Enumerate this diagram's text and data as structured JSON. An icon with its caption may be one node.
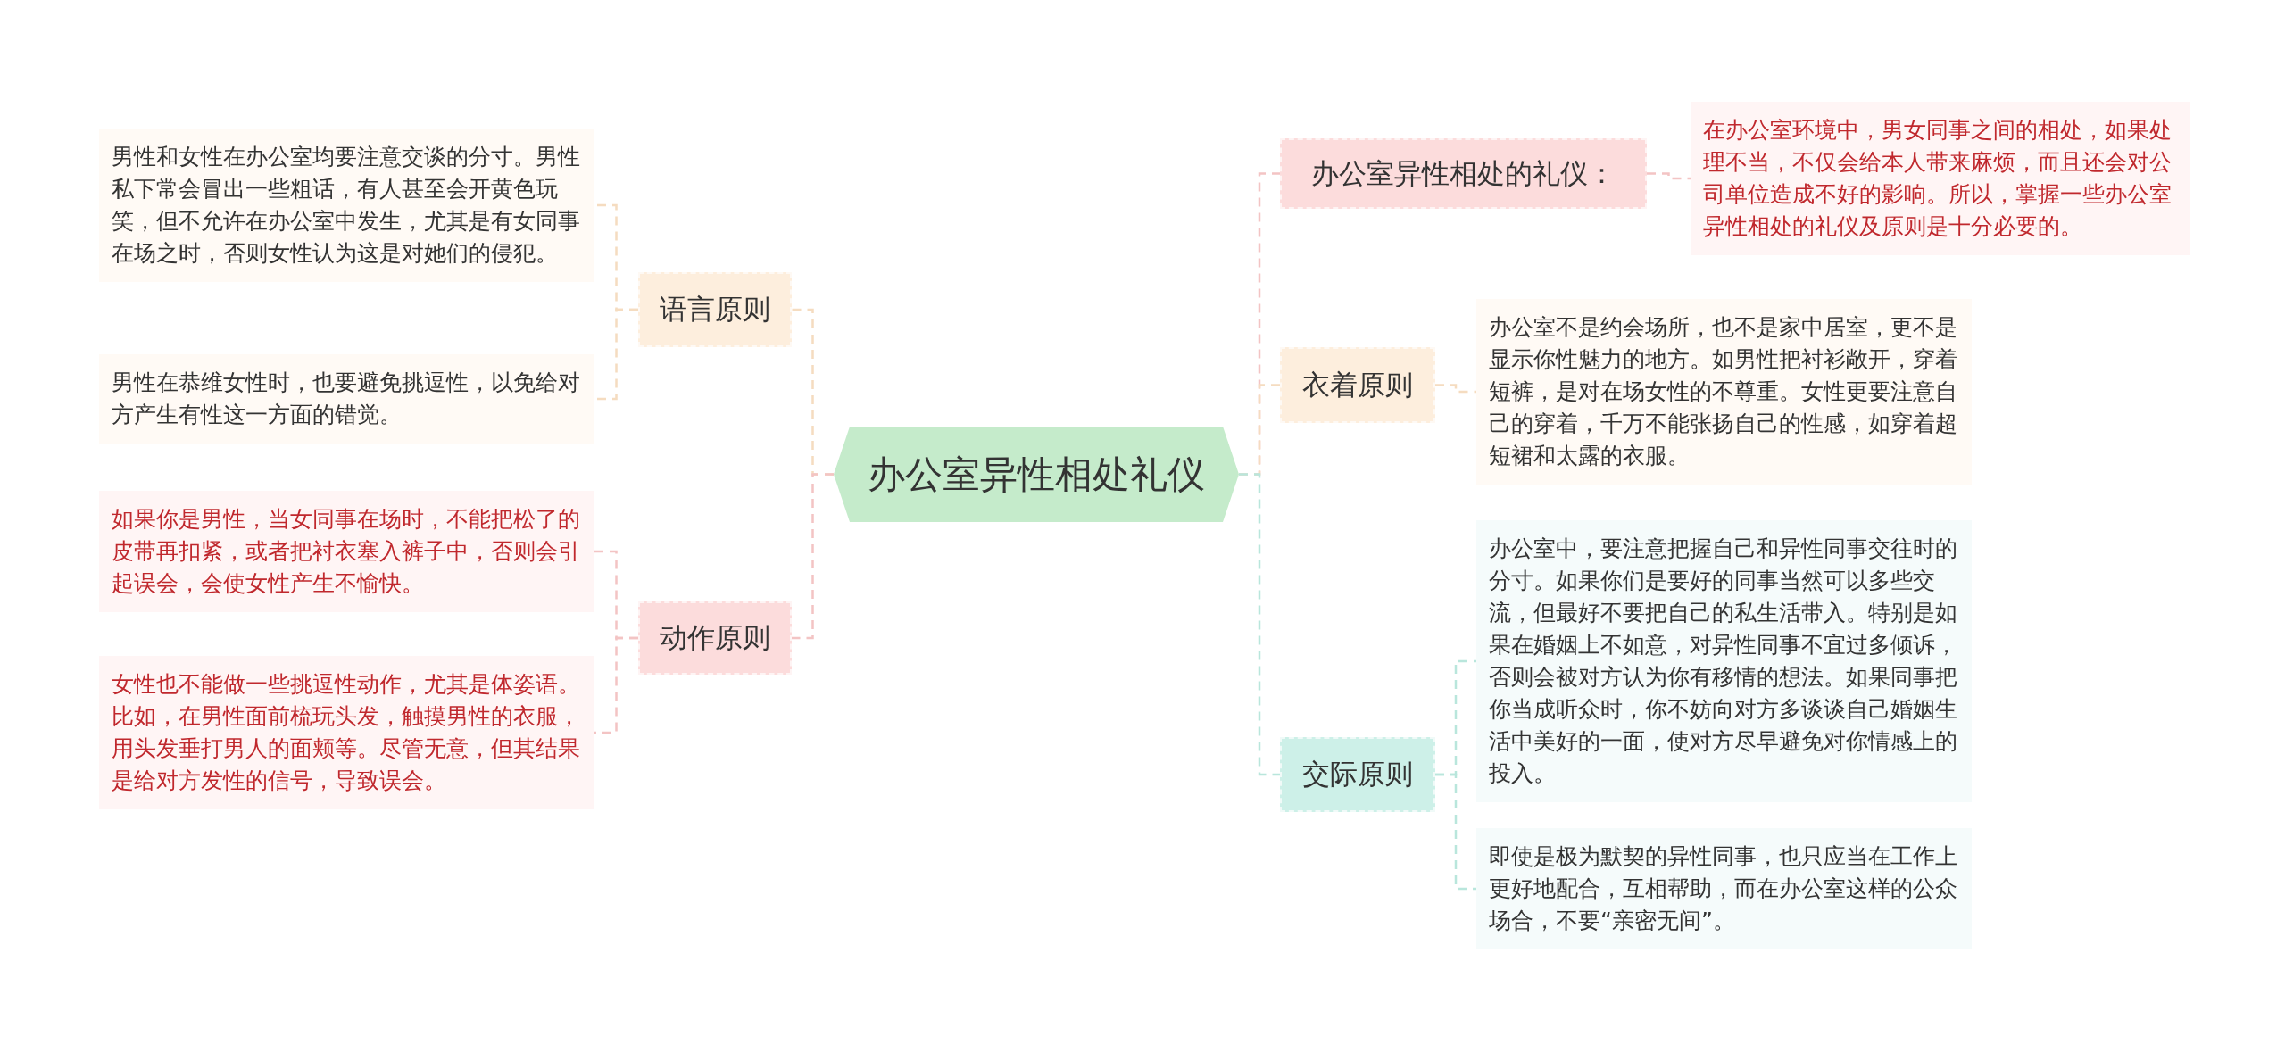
{
  "diagram": {
    "nodes": [
      {
        "text": [
          "办公室异性相处礼仪"
        ]
      },
      {
        "text": [
          "语言原则"
        ]
      },
      {
        "text": [
          "男性和女性在办公室均要注意交谈的分寸。男性私下常会冒出一些粗话，有人甚至会开黄色玩笑，但不允许在办公室中发生，尤其是有女同事在场之时，否则女性认为这是对她们的侵犯。"
        ]
      },
      {
        "text": [
          "男性在恭维女性时，也要避免挑逗性，以免给对方产生有性这一方面的错觉。"
        ]
      },
      {
        "text": [
          "动作原则"
        ]
      },
      {
        "text": [
          "如果你是男性，当女同事在场时，不能把松了的皮带再扣紧，或者把衬衣塞入裤子中，否则会引起误会，会使女性产生不愉快。"
        ]
      },
      {
        "text": [
          "女性也不能做一些挑逗性动作，尤其是体姿语。比如，在男性面前梳玩头发，触摸男性的衣服，用头发垂打男人的面颊等。尽管无意，但其结果是给对方发性的信号，导致误会。"
        ]
      },
      {
        "text": [
          "办公室异性相处的礼仪："
        ]
      },
      {
        "text": [
          "在办公室环境中，男女同事之间的相处，如果处理不当，不仅会给本人带来麻烦，而且还会对公司单位造成不好的影响。所以，掌握一些办公室异性相处的礼仪及原则是十分必要的。"
        ]
      },
      {
        "text": [
          "衣着原则"
        ]
      },
      {
        "text": [
          "办公室不是约会场所，也不是家中居室，更不是显示你性魅力的地方。如男性把衬衫敞开，穿着短裤，是对在场女性的不尊重。女性更要注意自己的穿着，千万不能张扬自己的性感，如穿着超短裙和太露的衣服。"
        ]
      },
      {
        "text": [
          "交际原则"
        ]
      },
      {
        "text": [
          "办公室中，要注意把握自己和异性同事交往时的分寸。如果你们是要好的同事当然可以多些交流，但最好不要把自己的私生活带入。特别是如果在婚姻上不如意，对异性同事不宜过多倾诉，否则会被对方认为你有移情的想法。如果同事把你当成听众时，你不妨向对方多谈谈自己婚姻生活中美好的一面，使对方尽早避免对你情感上的投入。"
        ]
      },
      {
        "text": [
          "即使是极为默契的异性同事，也只应当在工作上更好地配合，互相帮助，而在办公室这样的公众场合，不要“亲密无间”。"
        ]
      }
    ],
    "edges": [
      {
        "from": 0,
        "to": 1,
        "arrow": "none",
        "style": "dashed",
        "color": "#f5dcc0"
      },
      {
        "from": 1,
        "to": 2,
        "arrow": "none",
        "style": "dashed",
        "color": "#f5dcc0"
      },
      {
        "from": 1,
        "to": 3,
        "arrow": "none",
        "style": "dashed",
        "color": "#f5dcc0"
      },
      {
        "from": 0,
        "to": 4,
        "arrow": "none",
        "style": "dashed",
        "color": "#f3c4c4"
      },
      {
        "from": 4,
        "to": 5,
        "arrow": "none",
        "style": "dashed",
        "color": "#f3c4c4"
      },
      {
        "from": 4,
        "to": 6,
        "arrow": "none",
        "style": "dashed",
        "color": "#f3c4c4"
      },
      {
        "from": 0,
        "to": 7,
        "arrow": "none",
        "style": "dashed",
        "color": "#f3c4c4"
      },
      {
        "from": 7,
        "to": 8,
        "arrow": "none",
        "style": "dashed",
        "color": "#f3c4c4"
      },
      {
        "from": 0,
        "to": 9,
        "arrow": "none",
        "style": "dashed",
        "color": "#f5dcc0"
      },
      {
        "from": 9,
        "to": 10,
        "arrow": "none",
        "style": "dashed",
        "color": "#f5dcc0"
      },
      {
        "from": 0,
        "to": 11,
        "arrow": "none",
        "style": "dashed",
        "color": "#b9e6dc"
      },
      {
        "from": 11,
        "to": 12,
        "arrow": "none",
        "style": "dashed",
        "color": "#b9e6dc"
      },
      {
        "from": 11,
        "to": 13,
        "arrow": "none",
        "style": "dashed",
        "color": "#b9e6dc"
      }
    ]
  }
}
